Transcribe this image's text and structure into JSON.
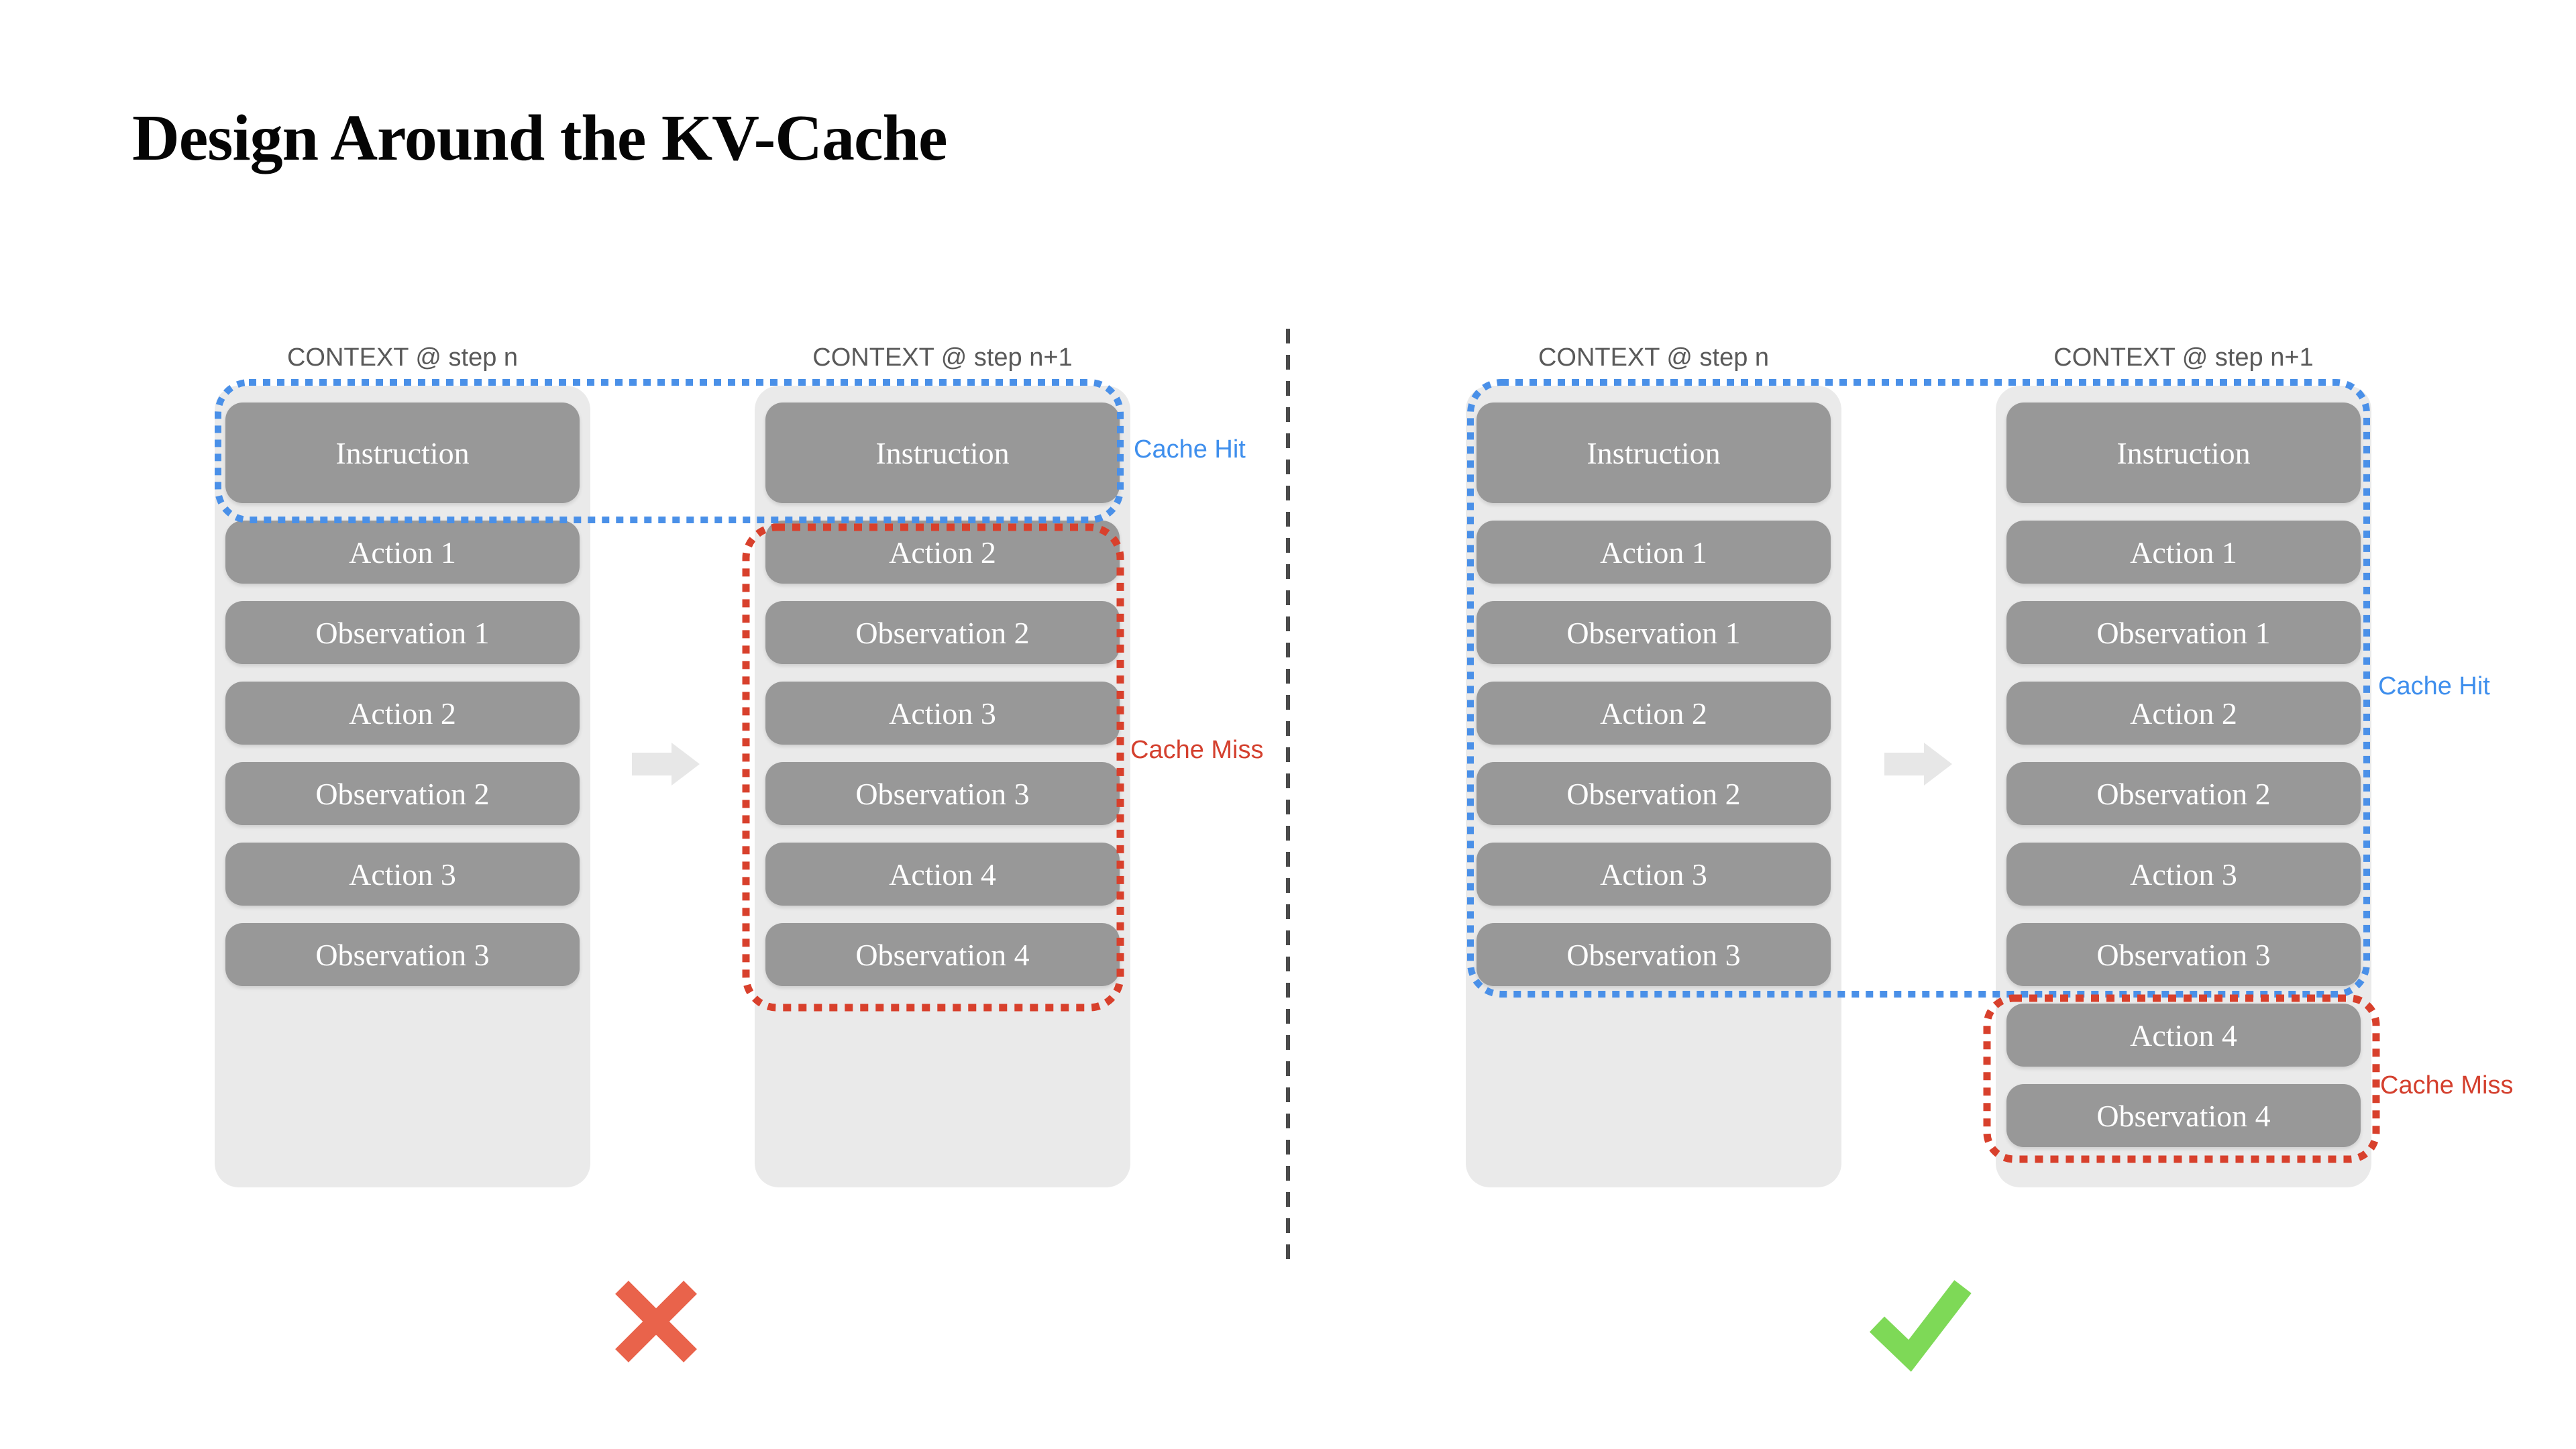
{
  "title": "Design Around the KV-Cache",
  "left_diagram": {
    "verdict": "bad",
    "verdict_icon": "x-mark-icon",
    "transition_icon": "right-arrow-icon",
    "cache_hit_label": "Cache Hit",
    "cache_miss_label": "Cache Miss",
    "columns": [
      {
        "header": "CONTEXT @ step n",
        "boxes": [
          "Instruction",
          "Action 1",
          "Observation 1",
          "Action 2",
          "Observation 2",
          "Action 3",
          "Observation 3"
        ]
      },
      {
        "header": "CONTEXT @ step n+1",
        "boxes": [
          "Instruction",
          "Action 2",
          "Observation 2",
          "Action 3",
          "Observation 3",
          "Action 4",
          "Observation 4"
        ]
      }
    ]
  },
  "right_diagram": {
    "verdict": "good",
    "verdict_icon": "check-mark-icon",
    "transition_icon": "right-arrow-icon",
    "cache_hit_label": "Cache Hit",
    "cache_miss_label": "Cache Miss",
    "columns": [
      {
        "header": "CONTEXT @ step n",
        "boxes": [
          "Instruction",
          "Action 1",
          "Observation 1",
          "Action 2",
          "Observation 2",
          "Action 3",
          "Observation 3"
        ]
      },
      {
        "header": "CONTEXT @ step n+1",
        "boxes": [
          "Instruction",
          "Action 1",
          "Observation 1",
          "Action 2",
          "Observation 2",
          "Action 3",
          "Observation 3",
          "Action 4",
          "Observation 4"
        ]
      }
    ]
  },
  "colors": {
    "cache_hit_blue": "#3f8fed",
    "cache_hit_outline": "#4a90e8",
    "cache_miss_red": "#d4402e",
    "cache_miss_outline": "#d8402c",
    "box_gray": "#989898",
    "container_gray": "#eaeaea",
    "header_gray": "#595959",
    "arrow_gray": "#e7e7e7",
    "divider_gray": "#4a4a4a",
    "x_mark_red": "#e9634b",
    "check_green": "#7ed957"
  }
}
